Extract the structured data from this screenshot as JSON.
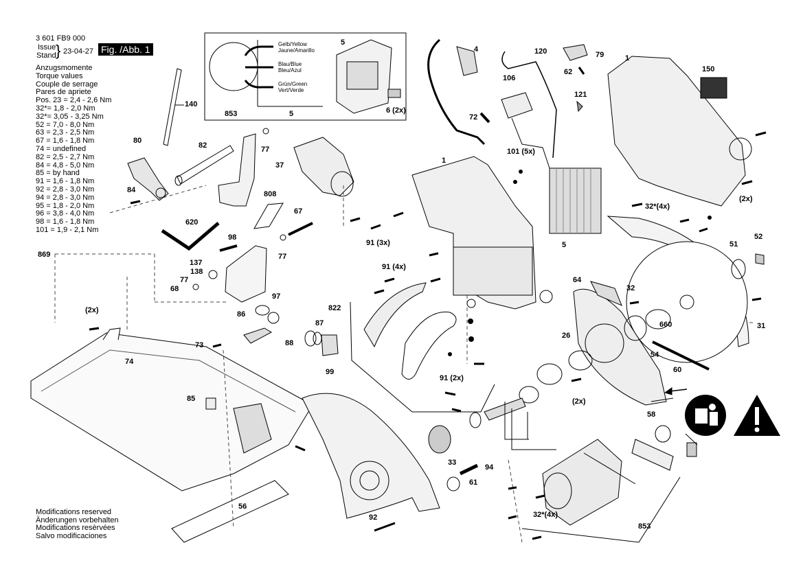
{
  "header": {
    "part_number": "3 601 FB9 000",
    "issue_label": "Issue",
    "stand_label": "Stand",
    "issue_date": "23-04-27",
    "figure_label": "Fig. /Abb. 1"
  },
  "torque": {
    "titles": [
      "Anzugsmomente",
      "Torque values",
      "Couple de serrage",
      "Pares de apriete"
    ],
    "rows": [
      "Pos. 23 = 2,4 - 2,6 Nm",
      "32*= 1,8 - 2,0 Nm",
      "32*= 3,05 - 3,25 Nm",
      "52 = 7,0 - 8,0 Nm",
      "63 = 2,3 - 2,5 Nm",
      "67 = 1,6 - 1,8 Nm",
      "74 = undefined",
      "82 = 2,5 - 2,7 Nm",
      "84 = 4,8 - 5,0 Nm",
      "85 = by hand",
      "91 = 1,6 - 1,8 Nm",
      "92 = 2,8 - 3,0 Nm",
      "94 = 2,8 - 3,0 Nm",
      "95 = 1,8 - 2,0 Nm",
      "96 = 3,8 - 4,0 Nm",
      "98 = 1,6 - 1,8 Nm",
      "101 = 1,9 - 2,1 Nm"
    ]
  },
  "modifications": [
    "Modifications reserved",
    "Änderungen vorbehalten",
    "Modifications resèrvées",
    "Salvo modificaciones"
  ],
  "wire_legend": {
    "yellow": [
      "Gelb/Yellow",
      "Jaune/Amarillo"
    ],
    "blue": [
      "Blau/Blue",
      "Bleu/Azul"
    ],
    "green": [
      "Grün/Green",
      "Vert/Verde"
    ]
  },
  "callouts": {
    "c853a": "853",
    "c5a": "5",
    "c5b": "5",
    "c6": "6 (2x)",
    "c4": "4",
    "c120": "120",
    "c79": "79",
    "c62": "62",
    "c1a": "1",
    "c150": "150",
    "c106": "106",
    "c121": "121",
    "c72": "72",
    "c101": "101 (5x)",
    "c140": "140",
    "c80": "80",
    "c82": "82",
    "c77a": "77",
    "c37": "37",
    "c1b": "1",
    "c84": "84",
    "c808": "808",
    "c67": "67",
    "c620": "620",
    "c98": "98",
    "c5c": "5",
    "c32a": "32*(4x)",
    "c2xa": "(2x)",
    "c869": "869",
    "c137": "137",
    "c138": "138",
    "c77b": "77",
    "c77c": "77",
    "c68": "68",
    "c91a": "91 (3x)",
    "c91b": "91 (4x)",
    "c51": "51",
    "c52": "52",
    "c97": "97",
    "c86": "86",
    "c87": "87",
    "c88": "88",
    "c99": "99",
    "c822": "822",
    "c64": "64",
    "c32b": "32",
    "c660": "660",
    "c31": "31",
    "c2xb": "(2x)",
    "c73": "73",
    "c74": "74",
    "c26": "26",
    "c54": "54",
    "c60": "60",
    "c91c": "91 (2x)",
    "c2xc": "(2x)",
    "c85": "85",
    "c58": "58",
    "c33": "33",
    "c94": "94",
    "c61": "61",
    "c56": "56",
    "c92": "92",
    "c32c": "32*(4x)",
    "c853b": "853"
  }
}
